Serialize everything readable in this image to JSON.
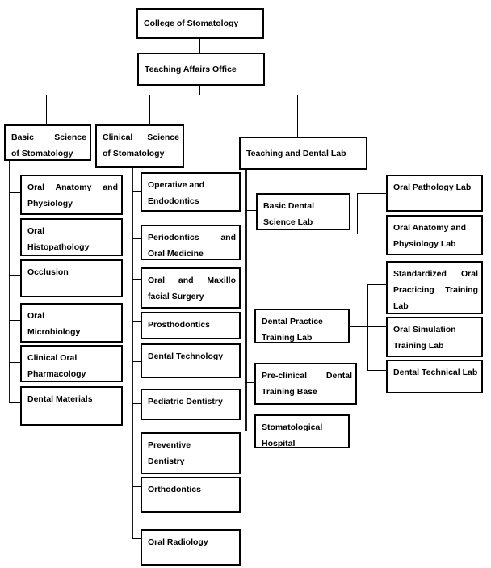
{
  "nodes": {
    "college": {
      "label": "College of Stomatology",
      "lines": [
        "College of Stomatology"
      ]
    },
    "affairs": {
      "label": "Teaching Affairs Office",
      "lines": [
        "Teaching Affairs Office"
      ]
    },
    "basic_science": {
      "label": "Basic Science of Stomatology",
      "lines": [
        "Basic Science",
        "of Stomatology"
      ]
    },
    "clinical_science": {
      "label": "Clinical Science of Stomatology",
      "lines": [
        "Clinical Science",
        "of Stomatology"
      ]
    },
    "teaching_dental_lab": {
      "label": "Teaching and Dental Lab",
      "lines": [
        "Teaching and Dental Lab"
      ]
    },
    "oral_anatomy_physiology": {
      "label": "Oral Anatomy and Physiology",
      "lines": [
        "Oral Anatomy and",
        "Physiology"
      ]
    },
    "oral_histopathology": {
      "label": "Oral Histopathology",
      "lines": [
        "Oral",
        "Histopathology"
      ]
    },
    "occlusion": {
      "label": "Occlusion",
      "lines": [
        "Occlusion"
      ]
    },
    "oral_microbiology": {
      "label": "Oral Microbiology",
      "lines": [
        "Oral",
        "Microbiology"
      ]
    },
    "clinical_oral_pharmacology": {
      "label": "Clinical Oral Pharmacology",
      "lines": [
        "Clinical Oral",
        "Pharmacology"
      ]
    },
    "dental_materials": {
      "label": "Dental Materials",
      "lines": [
        "Dental Materials"
      ]
    },
    "operative_endodontics": {
      "label": "Operative and Endodontics",
      "lines": [
        "Operative and",
        "Endodontics"
      ]
    },
    "periodontics_oral_medicine": {
      "label": "Periodontics and Oral Medicine",
      "lines": [
        "Periodontics and",
        "Oral Medicine"
      ]
    },
    "oral_maxillofacial_surgery": {
      "label": "Oral and Maxillo facial Surgery",
      "lines": [
        "Oral and Maxillo",
        "facial Surgery"
      ]
    },
    "prosthodontics": {
      "label": "Prosthodontics",
      "lines": [
        "Prosthodontics"
      ]
    },
    "dental_technology": {
      "label": "Dental Technology",
      "lines": [
        "Dental Technology"
      ]
    },
    "pediatric_dentistry": {
      "label": "Pediatric Dentistry",
      "lines": [
        "Pediatric Dentistry"
      ]
    },
    "preventive_dentistry": {
      "label": "Preventive Dentistry",
      "lines": [
        "Preventive",
        "Dentistry"
      ]
    },
    "orthodontics": {
      "label": "Orthodontics",
      "lines": [
        "Orthodontics"
      ]
    },
    "oral_radiology": {
      "label": "Oral Radiology",
      "lines": [
        "Oral Radiology"
      ]
    },
    "basic_dental_science_lab": {
      "label": "Basic Dental Science Lab",
      "lines": [
        "Basic Dental",
        "Science Lab"
      ]
    },
    "dental_practice_training_lab": {
      "label": "Dental Practice Training Lab",
      "lines": [
        "Dental Practice",
        "Training Lab"
      ]
    },
    "pre_clinical_dental_training_base": {
      "label": "Pre-clinical Dental Training Base",
      "lines": [
        "Pre-clinical Dental",
        "Training Base"
      ]
    },
    "stomatological_hospital": {
      "label": "Stomatological Hospital",
      "lines": [
        "Stomatological",
        "Hospital"
      ]
    },
    "oral_pathology_lab": {
      "label": "Oral Pathology Lab",
      "lines": [
        "Oral Pathology Lab"
      ]
    },
    "oral_anatomy_physiology_lab": {
      "label": "Oral Anatomy and Physiology Lab",
      "lines": [
        "Oral Anatomy and",
        "Physiology Lab"
      ]
    },
    "standardized_oral_practicing_training_lab": {
      "label": "Standardized Oral Practicing Training Lab",
      "lines": [
        "Standardized Oral",
        "Practicing Training",
        "Lab"
      ]
    },
    "oral_simulation_training_lab": {
      "label": "Oral Simulation Training Lab",
      "lines": [
        "Oral Simulation",
        "Training Lab"
      ]
    },
    "dental_technical_lab": {
      "label": "Dental Technical Lab",
      "lines": [
        "Dental Technical Lab"
      ]
    }
  },
  "colors": {
    "line": "#000000",
    "border": "#000000",
    "text": "#000000",
    "background": "#ffffff"
  }
}
